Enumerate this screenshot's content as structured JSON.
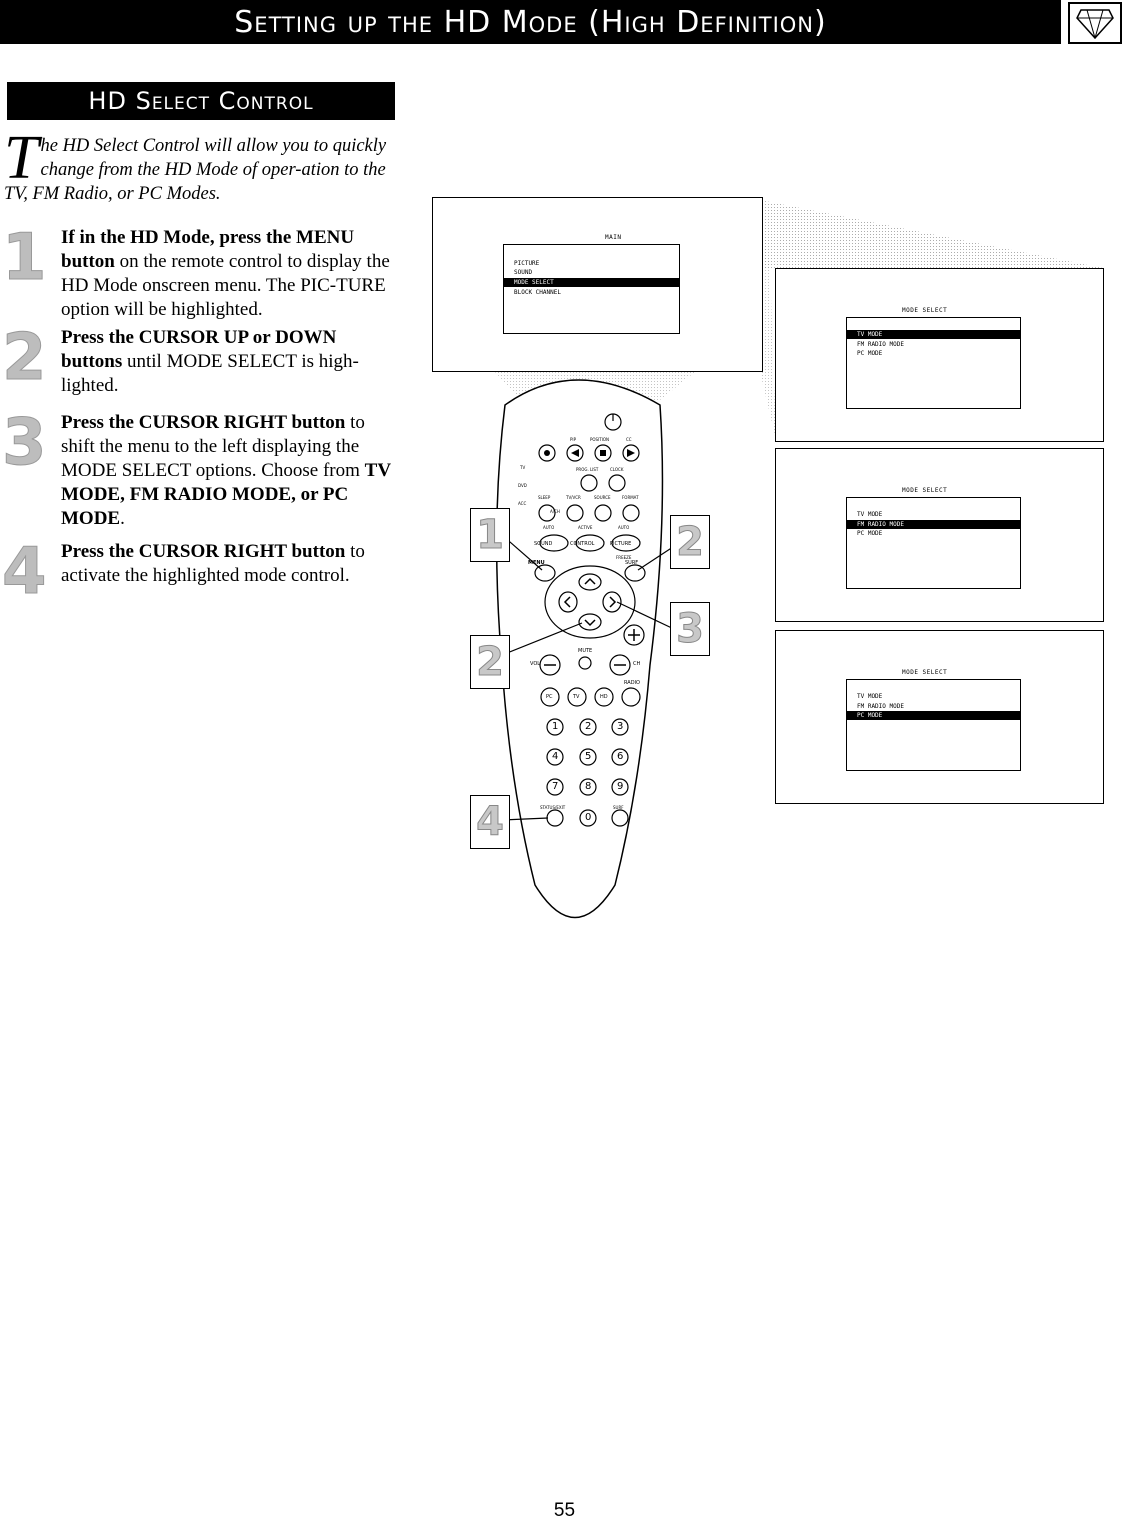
{
  "header": {
    "title": "Setting up the HD Mode (High Definition)",
    "logo_icon": "diamond-icon"
  },
  "section": {
    "title": "HD Select Control"
  },
  "intro": {
    "dropcap": "T",
    "text": "he HD Select Control will allow you to quickly change from the HD Mode of oper-ation to the TV, FM Radio, or PC Modes."
  },
  "steps": [
    {
      "num": "1",
      "bold": "If in the HD Mode, press the MENU button",
      "text": " on the remote control to display the HD Mode onscreen menu. The PIC-TURE option will be highlighted."
    },
    {
      "num": "2",
      "bold": "Press the CURSOR UP or DOWN buttons",
      "text": " until MODE SELECT is high-lighted."
    },
    {
      "num": "3",
      "bold": "Press the CURSOR RIGHT button",
      "text": " to shift the menu to the left displaying the MODE SELECT options. Choose from ",
      "bold2": "TV MODE, FM RADIO MODE, or PC MODE",
      "text2": "."
    },
    {
      "num": "4",
      "bold": "Press the CURSOR RIGHT button",
      "text": " to activate the highlighted mode control."
    }
  ],
  "main_menu": {
    "title": "MAIN",
    "items": [
      "PICTURE",
      "SOUND",
      "MODE SELECT",
      "BLOCK CHANNEL"
    ],
    "highlighted": 2
  },
  "mode_menus": [
    {
      "title": "MODE SELECT",
      "items": [
        "TV MODE",
        "FM RADIO MODE",
        "PC MODE"
      ],
      "highlighted": 0
    },
    {
      "title": "MODE SELECT",
      "items": [
        "TV MODE",
        "FM RADIO MODE",
        "PC MODE"
      ],
      "highlighted": 1
    },
    {
      "title": "MODE SELECT",
      "items": [
        "TV MODE",
        "FM RADIO MODE",
        "PC MODE"
      ],
      "highlighted": 2
    }
  ],
  "remote": {
    "labels": {
      "menu": "MENU",
      "surf": "SURF",
      "sound": "SOUND",
      "control": "CONTROL",
      "picture": "PICTURE",
      "vol": "VOL",
      "ch": "CH",
      "mute": "MUTE",
      "radio": "RADIO",
      "pc": "PC",
      "tv": "TV",
      "hd": "HD",
      "auto1": "AUTO",
      "active": "ACTIVE",
      "auto2": "AUTO",
      "sleep": "SLEEP",
      "tvvcr": "TV/VCR",
      "source": "SOURCE",
      "format": "FORMAT",
      "pip": "PIP",
      "position": "POSITION",
      "cc": "CC",
      "freeze": "FREEZE",
      "prog_list": "PROG. LIST",
      "clock": "CLOCK",
      "av": "A/CH",
      "tv_side": "TV",
      "dvd": "DVD",
      "acc": "ACC",
      "status": "STATUS/EXIT"
    },
    "digits": [
      "1",
      "2",
      "3",
      "4",
      "5",
      "6",
      "7",
      "8",
      "9",
      "0"
    ]
  },
  "callouts": [
    "1",
    "2",
    "3",
    "2",
    "4"
  ],
  "page_number": "55"
}
